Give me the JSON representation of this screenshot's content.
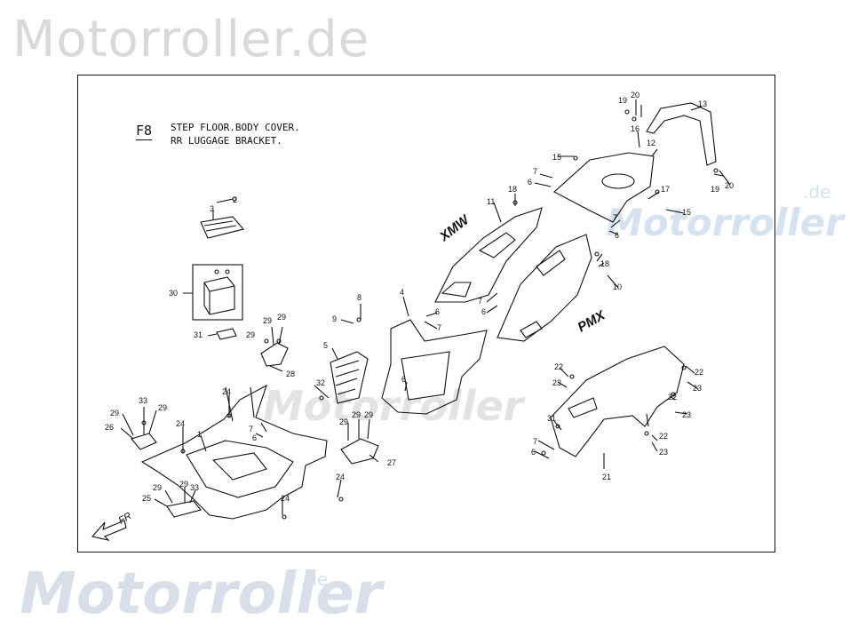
{
  "watermark": {
    "top": "Motorroller.de",
    "bottom": "Motorroller",
    "bottom_suffix": ".de",
    "right": "Motorroller",
    "right_suffix": ".de",
    "middle": "Motorroller"
  },
  "diagram": {
    "code": "F8",
    "title_line1": "STEP FLOOR.BODY COVER.",
    "title_line2": "RR LUGGAGE BRACKET.",
    "direction": "FR",
    "labels": [
      {
        "n": "2"
      },
      {
        "n": "3"
      },
      {
        "n": "30"
      },
      {
        "n": "31"
      },
      {
        "n": "29"
      },
      {
        "n": "29"
      },
      {
        "n": "29"
      },
      {
        "n": "28"
      },
      {
        "n": "24"
      },
      {
        "n": "33"
      },
      {
        "n": "29"
      },
      {
        "n": "29"
      },
      {
        "n": "26"
      },
      {
        "n": "24"
      },
      {
        "n": "1"
      },
      {
        "n": "7"
      },
      {
        "n": "6"
      },
      {
        "n": "29"
      },
      {
        "n": "29"
      },
      {
        "n": "33"
      },
      {
        "n": "25"
      },
      {
        "n": "24"
      },
      {
        "n": "24"
      },
      {
        "n": "29"
      },
      {
        "n": "29"
      },
      {
        "n": "29"
      },
      {
        "n": "27"
      },
      {
        "n": "32"
      },
      {
        "n": "5"
      },
      {
        "n": "8"
      },
      {
        "n": "9"
      },
      {
        "n": "4"
      },
      {
        "n": "6"
      },
      {
        "n": "7"
      },
      {
        "n": "6"
      },
      {
        "n": "11"
      },
      {
        "n": "18"
      },
      {
        "n": "7"
      },
      {
        "n": "6"
      },
      {
        "n": "15"
      },
      {
        "n": "19"
      },
      {
        "n": "20"
      },
      {
        "n": "16"
      },
      {
        "n": "13"
      },
      {
        "n": "12"
      },
      {
        "n": "7"
      },
      {
        "n": "6"
      },
      {
        "n": "17"
      },
      {
        "n": "15"
      },
      {
        "n": "19"
      },
      {
        "n": "20"
      },
      {
        "n": "7"
      },
      {
        "n": "6"
      },
      {
        "n": "18"
      },
      {
        "n": "10"
      },
      {
        "n": "22"
      },
      {
        "n": "23"
      },
      {
        "n": "22"
      },
      {
        "n": "23"
      },
      {
        "n": "22"
      },
      {
        "n": "23"
      },
      {
        "n": "31"
      },
      {
        "n": "7"
      },
      {
        "n": "6"
      },
      {
        "n": "22"
      },
      {
        "n": "23"
      },
      {
        "n": "21"
      }
    ]
  }
}
